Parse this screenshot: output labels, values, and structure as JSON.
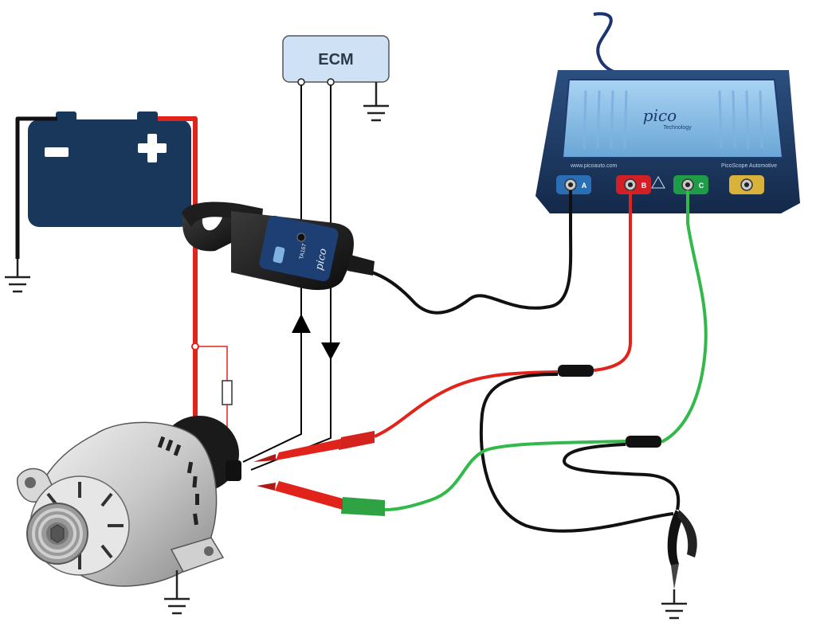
{
  "ecm": {
    "label": "ECM"
  },
  "scope": {
    "brand": "pico",
    "sub_brand": "Technology",
    "website": "www.picoauto.com",
    "model": "PicoScope Automotive",
    "channels": [
      {
        "letter": "A",
        "color": "#2a6fb5"
      },
      {
        "letter": "B",
        "color": "#d32027"
      },
      {
        "letter": "C",
        "color": "#1e9c48"
      },
      {
        "letter": "",
        "color": "#d8b23a"
      }
    ]
  },
  "current_clamp": {
    "brand": "pico",
    "model": "TA167"
  },
  "battery": {
    "negative_symbol": "−",
    "positive_symbol": "+"
  },
  "colors": {
    "battery_body": "#18375a",
    "lead_red": "#e0241b",
    "lead_green": "#33b84a",
    "lead_black": "#111111",
    "wire_signal": "#000000",
    "usb_cable": "#1c3470",
    "scope_body": "#1f3f6b",
    "scope_panel": "#8ebfe8"
  }
}
